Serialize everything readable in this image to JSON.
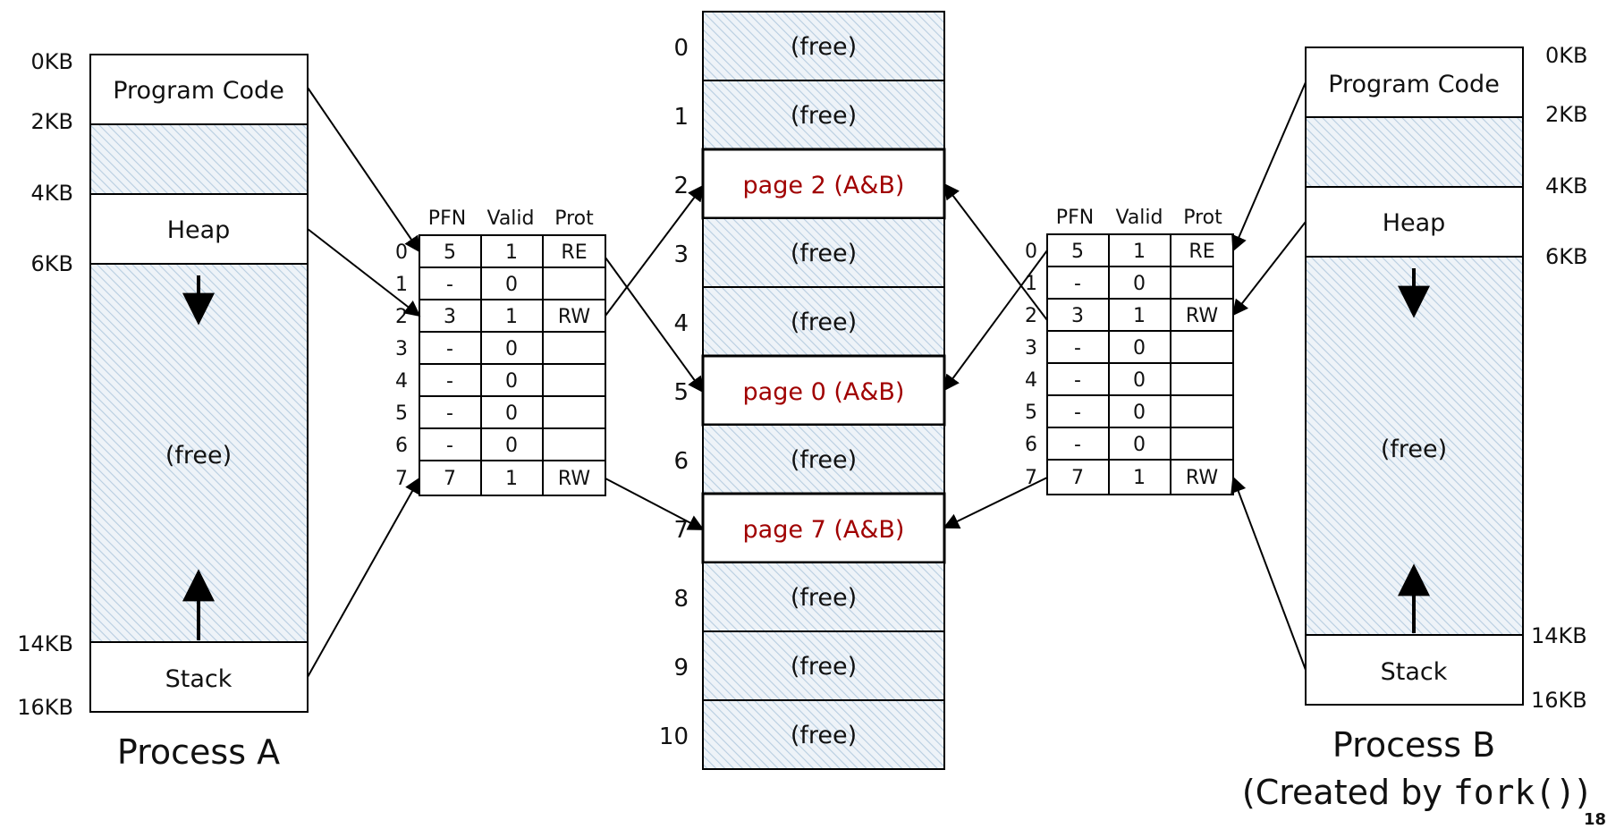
{
  "process_a": {
    "kb_labels": [
      "0KB",
      "2KB",
      "4KB",
      "6KB",
      "14KB",
      "16KB"
    ],
    "segments": {
      "code": "Program Code",
      "heap": "Heap",
      "free": "(free)",
      "stack": "Stack"
    },
    "title": "Process A"
  },
  "process_b": {
    "kb_labels": [
      "0KB",
      "2KB",
      "4KB",
      "6KB",
      "14KB",
      "16KB"
    ],
    "segments": {
      "code": "Program Code",
      "heap": "Heap",
      "free": "(free)",
      "stack": "Stack"
    },
    "title": "Process B",
    "subtitle_prefix": "(Created by ",
    "subtitle_code": "fork()",
    "subtitle_suffix": ")"
  },
  "page_table": {
    "headers": [
      "PFN",
      "Valid",
      "Prot"
    ],
    "rows": [
      {
        "vpn": "0",
        "pfn": "5",
        "valid": "1",
        "prot": "RE"
      },
      {
        "vpn": "1",
        "pfn": "-",
        "valid": "0",
        "prot": ""
      },
      {
        "vpn": "2",
        "pfn": "3",
        "valid": "1",
        "prot": "RW"
      },
      {
        "vpn": "3",
        "pfn": "-",
        "valid": "0",
        "prot": ""
      },
      {
        "vpn": "4",
        "pfn": "-",
        "valid": "0",
        "prot": ""
      },
      {
        "vpn": "5",
        "pfn": "-",
        "valid": "0",
        "prot": ""
      },
      {
        "vpn": "6",
        "pfn": "-",
        "valid": "0",
        "prot": ""
      },
      {
        "vpn": "7",
        "pfn": "7",
        "valid": "1",
        "prot": "RW"
      }
    ]
  },
  "physical_memory": {
    "frames": [
      {
        "index": "0",
        "label": "(free)",
        "used": false
      },
      {
        "index": "1",
        "label": "(free)",
        "used": false
      },
      {
        "index": "2",
        "label": "page 2 (A&B)",
        "used": true
      },
      {
        "index": "3",
        "label": "(free)",
        "used": false
      },
      {
        "index": "4",
        "label": "(free)",
        "used": false
      },
      {
        "index": "5",
        "label": "page 0 (A&B)",
        "used": true
      },
      {
        "index": "6",
        "label": "(free)",
        "used": false
      },
      {
        "index": "7",
        "label": "page 7 (A&B)",
        "used": true
      },
      {
        "index": "8",
        "label": "(free)",
        "used": false
      },
      {
        "index": "9",
        "label": "(free)",
        "used": false
      },
      {
        "index": "10",
        "label": "(free)",
        "used": false
      }
    ]
  },
  "slide_number": "18",
  "colors": {
    "hatch": "#b7cde0",
    "hatch_bg": "#eef3f8",
    "shared_text": "#a00000"
  }
}
